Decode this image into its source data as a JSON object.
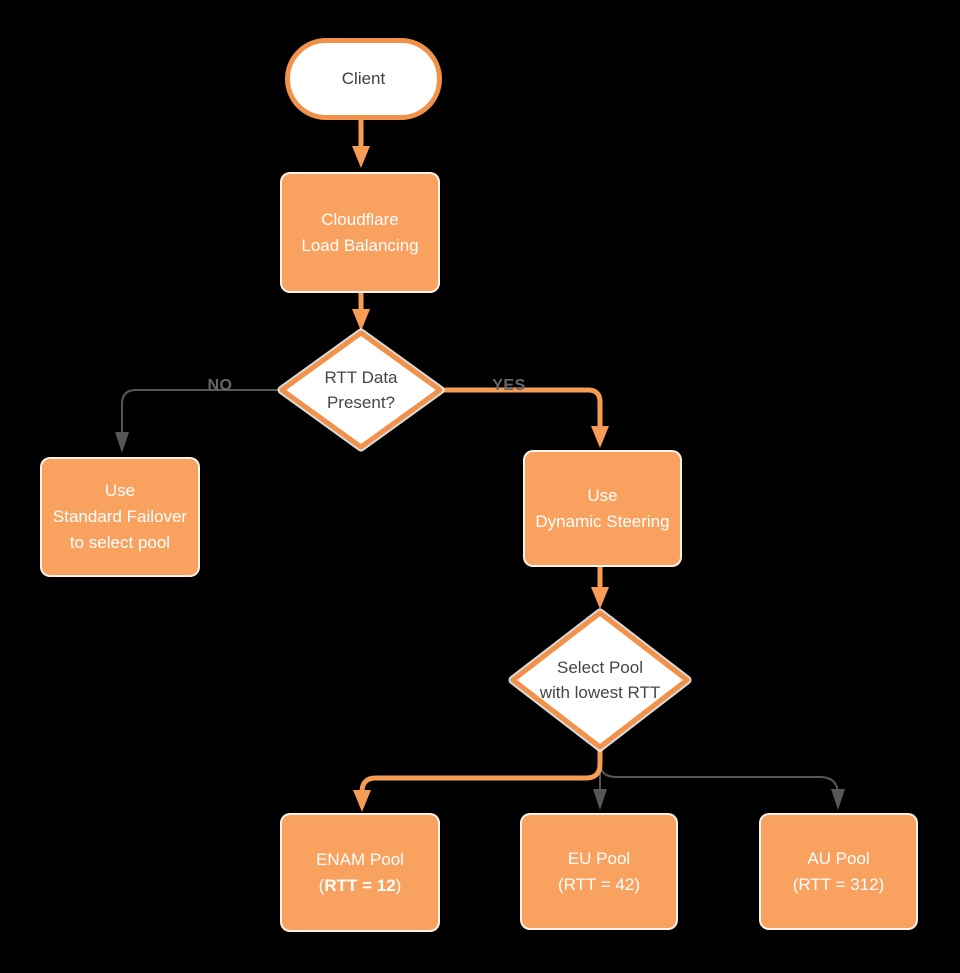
{
  "colors": {
    "background": "#000000",
    "orange": "#F9A15E",
    "orange_stroke": "#F2914A",
    "gray_line": "#575757",
    "node_text": "#FFFFFF",
    "decision_text": "#454545",
    "edge_label_text": "#666666"
  },
  "nodes": {
    "client": {
      "label": "Client"
    },
    "load_balancing": {
      "lines": [
        "Cloudflare",
        "Load Balancing"
      ]
    },
    "rtt_decision": {
      "lines": [
        "RTT Data",
        "Present?"
      ]
    },
    "standard_failover": {
      "lines": [
        "Use",
        "Standard Failover",
        "to select pool"
      ]
    },
    "dynamic_steering": {
      "lines": [
        "Use",
        "Dynamic Steering"
      ]
    },
    "select_pool": {
      "lines": [
        "Select Pool",
        "with lowest RTT"
      ]
    },
    "enam_pool": {
      "line1": "ENAM Pool",
      "open": "(",
      "bold": "RTT = 12",
      "close": ")"
    },
    "eu_pool": {
      "lines": [
        "EU Pool",
        "(RTT = 42)"
      ]
    },
    "au_pool": {
      "lines": [
        "AU Pool",
        "(RTT = 312)"
      ]
    }
  },
  "edges": {
    "no_label": "NO",
    "yes_label": "YES"
  }
}
